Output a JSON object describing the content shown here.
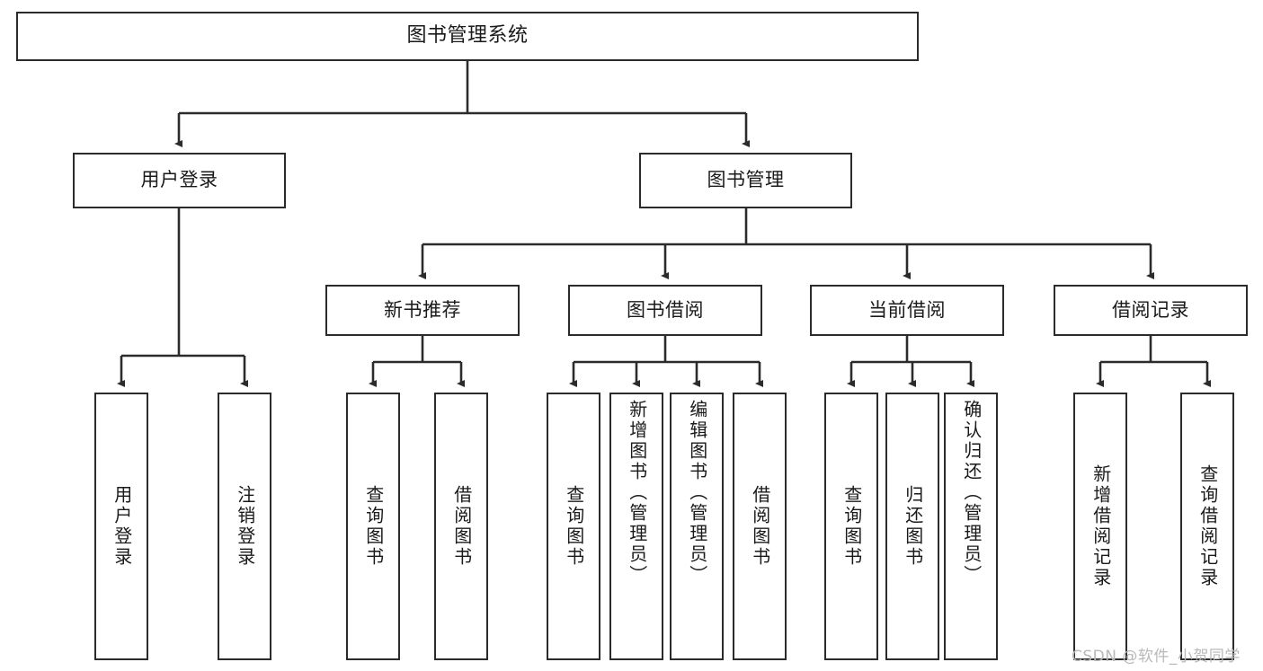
{
  "diagram": {
    "type": "tree-hierarchy",
    "title": "图书管理系统",
    "watermark": "CSDN @软件_小贺同学",
    "colors": {
      "box_border": "#2b2b2b",
      "box_fill": "#ffffff",
      "connector": "#2b2b2b",
      "text": "#1a1a1a",
      "watermark": "#b9b9b9",
      "background": "#ffffff"
    },
    "nodes": {
      "root": {
        "label": "图书管理系统",
        "level": 1
      },
      "l2": [
        {
          "id": "user-login",
          "label": "用户登录",
          "level": 2
        },
        {
          "id": "book-management",
          "label": "图书管理",
          "level": 2
        }
      ],
      "l3": [
        {
          "id": "new-book-recommend",
          "label": "新书推荐",
          "level": 3
        },
        {
          "id": "book-borrow",
          "label": "图书借阅",
          "level": 3
        },
        {
          "id": "current-borrow",
          "label": "当前借阅",
          "level": 3
        },
        {
          "id": "borrow-record",
          "label": "借阅记录",
          "level": 3
        }
      ],
      "leaves": {
        "user_login": [
          {
            "id": "leaf-user-login",
            "label": "用户登录",
            "align": "center"
          },
          {
            "id": "leaf-logout",
            "label": "注销登录",
            "align": "center"
          }
        ],
        "new_book_recommend": [
          {
            "id": "leaf-query-book-1",
            "label": "查询图书",
            "align": "center"
          },
          {
            "id": "leaf-borrow-book-1",
            "label": "借阅图书",
            "align": "center"
          }
        ],
        "book_borrow": [
          {
            "id": "leaf-query-book-2",
            "label": "查询图书",
            "align": "center"
          },
          {
            "id": "leaf-add-book",
            "label": "新增图书（管理员）",
            "align": "top"
          },
          {
            "id": "leaf-edit-book",
            "label": "编辑图书（管理员）",
            "align": "top"
          },
          {
            "id": "leaf-borrow-book-2",
            "label": "借阅图书",
            "align": "center"
          }
        ],
        "current_borrow": [
          {
            "id": "leaf-query-book-3",
            "label": "查询图书",
            "align": "center"
          },
          {
            "id": "leaf-return-book",
            "label": "归还图书",
            "align": "center"
          },
          {
            "id": "leaf-confirm-return",
            "label": "确认归还（管理员）",
            "align": "top"
          }
        ],
        "borrow_record": [
          {
            "id": "leaf-add-record",
            "label": "新增借阅记录",
            "align": "center"
          },
          {
            "id": "leaf-query-record",
            "label": "查询借阅记录",
            "align": "center"
          }
        ]
      }
    },
    "edges": [
      {
        "from": "root",
        "to": "user-login"
      },
      {
        "from": "root",
        "to": "book-management"
      },
      {
        "from": "book-management",
        "to": "new-book-recommend"
      },
      {
        "from": "book-management",
        "to": "book-borrow"
      },
      {
        "from": "book-management",
        "to": "current-borrow"
      },
      {
        "from": "book-management",
        "to": "borrow-record"
      },
      {
        "from": "user-login",
        "to": "leaf-user-login"
      },
      {
        "from": "user-login",
        "to": "leaf-logout"
      },
      {
        "from": "new-book-recommend",
        "to": "leaf-query-book-1"
      },
      {
        "from": "new-book-recommend",
        "to": "leaf-borrow-book-1"
      },
      {
        "from": "book-borrow",
        "to": "leaf-query-book-2"
      },
      {
        "from": "book-borrow",
        "to": "leaf-add-book"
      },
      {
        "from": "book-borrow",
        "to": "leaf-edit-book"
      },
      {
        "from": "book-borrow",
        "to": "leaf-borrow-book-2"
      },
      {
        "from": "current-borrow",
        "to": "leaf-query-book-3"
      },
      {
        "from": "current-borrow",
        "to": "leaf-return-book"
      },
      {
        "from": "current-borrow",
        "to": "leaf-confirm-return"
      },
      {
        "from": "borrow-record",
        "to": "leaf-add-record"
      },
      {
        "from": "borrow-record",
        "to": "leaf-query-record"
      }
    ]
  }
}
